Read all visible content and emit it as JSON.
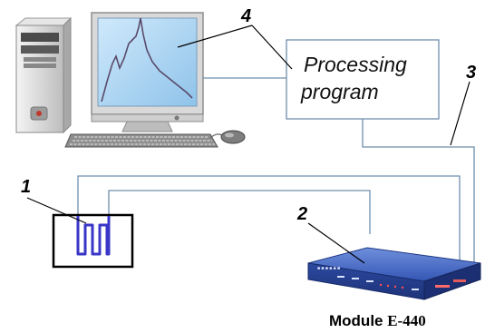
{
  "labels": {
    "n1": "1",
    "n2": "2",
    "n3": "3",
    "n4": "4"
  },
  "processing_box": {
    "line1": "Processing",
    "line2": "program"
  },
  "module": {
    "prefix": "Module ",
    "model": "E-440"
  },
  "colors": {
    "wire": "#6f8fae",
    "screen": "#a9d4f2",
    "device": "#2d4da8",
    "sensor": "#3a36c8"
  },
  "icons": [
    "desktop-tower-icon",
    "monitor-icon",
    "keyboard-icon",
    "mouse-icon",
    "heater-sensor-icon",
    "adc-module-icon"
  ]
}
